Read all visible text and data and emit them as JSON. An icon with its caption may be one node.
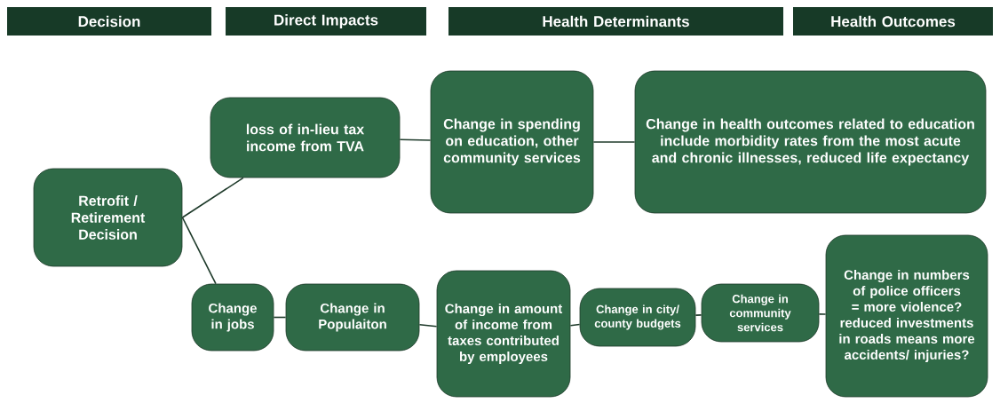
{
  "diagram": {
    "nodes": [
      {
        "text": [
          "Decision"
        ]
      },
      {
        "text": [
          "Direct Impacts"
        ]
      },
      {
        "text": [
          "Health Determinants"
        ]
      },
      {
        "text": [
          "Health Outcomes"
        ]
      },
      {
        "text": [
          "Retrofit / Retirement Decision"
        ]
      },
      {
        "text": [
          "loss of in-lieu tax income from TVA"
        ]
      },
      {
        "text": [
          "Change in spending on education, other community services"
        ]
      },
      {
        "text": [
          "Change in health outcomes related to education include morbidity rates from the most acute and chronic illnesses, reduced life expectancy"
        ]
      },
      {
        "text": [
          "Change in jobs"
        ]
      },
      {
        "text": [
          "Change in Populaiton"
        ]
      },
      {
        "text": [
          "Change in amount of income from taxes contributed by employees"
        ]
      },
      {
        "text": [
          "Change in city/ county budgets"
        ]
      },
      {
        "text": [
          "Change in community services"
        ]
      },
      {
        "text": [
          "Change in numbers of police officers = more violence? reduced investments in roads means more accidents/ injuries?"
        ]
      }
    ],
    "edges": [
      {
        "from": 4,
        "to": 5,
        "arrow": "none"
      },
      {
        "from": 4,
        "to": 8,
        "arrow": "none"
      },
      {
        "from": 5,
        "to": 6,
        "arrow": "none"
      },
      {
        "from": 6,
        "to": 7,
        "arrow": "none"
      },
      {
        "from": 8,
        "to": 9,
        "arrow": "none"
      },
      {
        "from": 9,
        "to": 10,
        "arrow": "none"
      },
      {
        "from": 10,
        "to": 11,
        "arrow": "none"
      },
      {
        "from": 11,
        "to": 12,
        "arrow": "none"
      },
      {
        "from": 12,
        "to": 13,
        "arrow": "none"
      }
    ]
  }
}
